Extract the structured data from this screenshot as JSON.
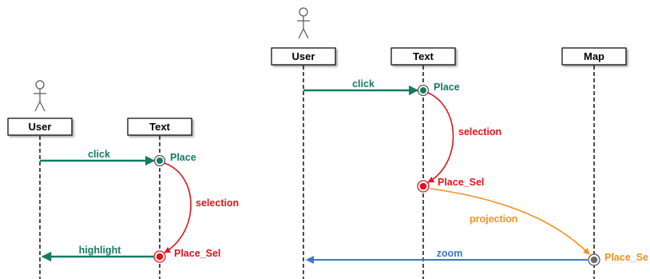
{
  "colors": {
    "green": "#157a62",
    "red": "#e0141e",
    "orange": "#f5911e",
    "blue": "#3a78c9",
    "gray": "#6b6b6b"
  },
  "left_diagram": {
    "actors": {
      "user": "User",
      "text": "Text"
    },
    "messages": {
      "click": "click",
      "selection": "selection",
      "highlight": "highlight"
    },
    "states": {
      "place": "Place",
      "place_sel": "Place_Sel"
    }
  },
  "right_diagram": {
    "actors": {
      "user": "User",
      "text": "Text",
      "map": "Map"
    },
    "messages": {
      "click": "click",
      "selection": "selection",
      "projection": "projection",
      "zoom": "zoom"
    },
    "states": {
      "place": "Place",
      "place_sel_text": "Place_Sel",
      "place_sel_map": "Place_Se"
    }
  }
}
